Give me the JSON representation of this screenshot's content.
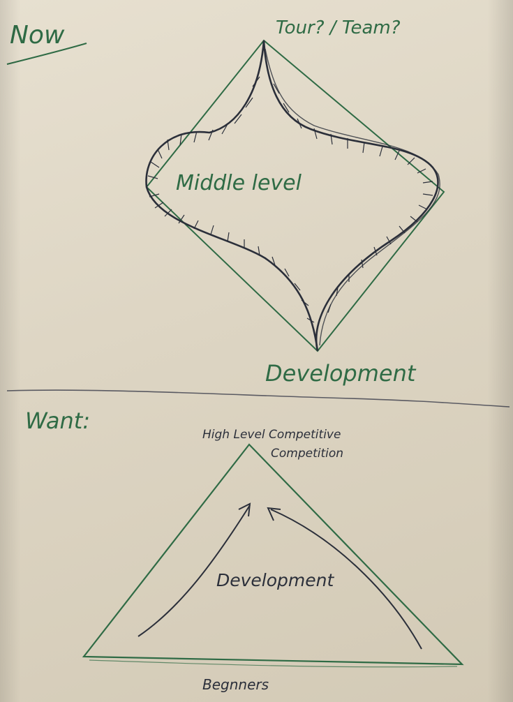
{
  "colors": {
    "paper": "#ddd5c3",
    "green_ink": "#2f6b45",
    "dark_ink": "#2b2f3a",
    "fold_line": "#5a5a62"
  },
  "now": {
    "heading": "Now",
    "top_label": "Tour? / Team?",
    "center_label": "Middle level",
    "bottom_label": "Development"
  },
  "want": {
    "heading": "Want:",
    "top_label_line1": "High Level Competitive",
    "top_label_line2": "Competition",
    "center_label": "Development",
    "bottom_label": "Begnners"
  }
}
